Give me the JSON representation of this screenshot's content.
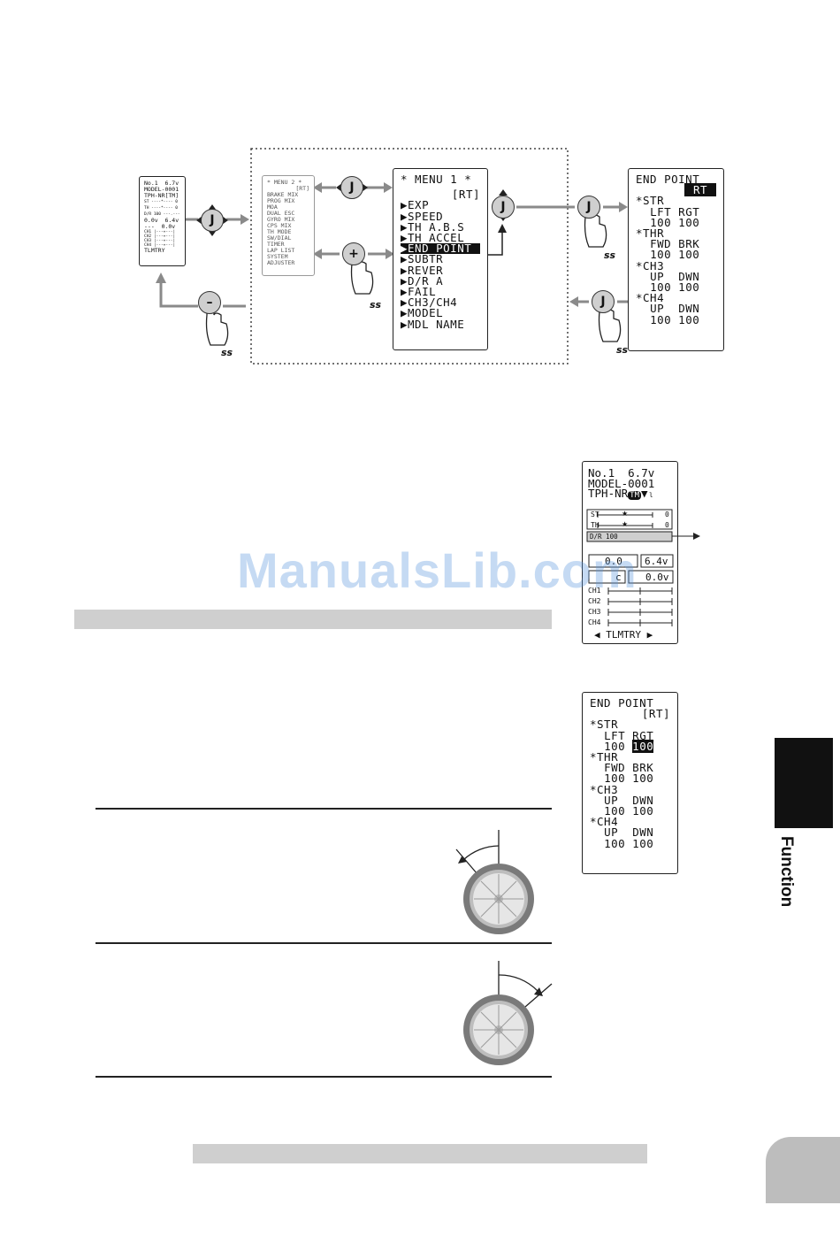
{
  "watermark": "ManualsLib.com",
  "side_tab_label": "Function",
  "home_screen_small": {
    "lines": [
      "No.1  6.7v",
      "MODEL-0001",
      "TPH-NR[TM]",
      "ST ----*---- 0",
      "TH ----*---- 0",
      "D/R 100 ---.---",
      "0.0v  6.4v",
      "---  0.0v",
      "CH1 |---+---|",
      "CH2 |---+---|",
      "CH3 |---+---|",
      "CH4 |---+---|",
      "TLMTRY"
    ]
  },
  "menu2_small": {
    "lines": [
      "* MENU 2 *",
      "[RT]",
      "BRAKE MIX",
      "PROG MIX",
      "MOA",
      "DUAL ESC",
      "GYRO MIX",
      "CPS MIX",
      "TH MODE",
      "",
      "SW/DIAL",
      "TIMER",
      "LAP LIST",
      "SYSTEM",
      "ADJUSTER"
    ]
  },
  "menu1": {
    "title": "* MENU 1 *",
    "mode": "[RT]",
    "items": [
      "EXP",
      "SPEED",
      "TH A.B.S",
      "TH ACCEL",
      "END POINT",
      "SUBTR",
      "REVER",
      "D/R A",
      "FAIL",
      "CH3/CH4",
      "",
      "MODEL",
      "MDL NAME"
    ],
    "selected": "END POINT"
  },
  "endpoint_top": {
    "title": "END POINT",
    "mode": "RT",
    "rows": [
      {
        "ch": "*STR",
        "a": "LFT",
        "b": "RGT",
        "va": "100",
        "vb": "100"
      },
      {
        "ch": "*THR",
        "a": "FWD",
        "b": "BRK",
        "va": "100",
        "vb": "100"
      },
      {
        "ch": "*CH3",
        "a": "UP",
        "b": "DWN",
        "va": "100",
        "vb": "100"
      },
      {
        "ch": "*CH4",
        "a": "UP",
        "b": "DWN",
        "va": "100",
        "vb": "100"
      }
    ]
  },
  "home_screen_large": {
    "line1": "No.1  6.7v",
    "line2": "MODEL-0001",
    "line3": "TPH-NR",
    "badge": "TM",
    "st_label": "ST",
    "th_label": "TH",
    "st_val": "0",
    "th_val": "0",
    "dr_label": "D/R 100",
    "volt_left": "0.0",
    "volt_right": "6.4v",
    "volt2_left": "c",
    "volt2_right": "0.0v",
    "channels": [
      "CH1",
      "CH2",
      "CH3",
      "CH4"
    ],
    "footer": "TLMTRY"
  },
  "endpoint_bottom": {
    "title": "END POINT",
    "mode": "[RT]",
    "rows": [
      {
        "ch": "*STR",
        "a": "LFT",
        "b": "RGT",
        "va": "100",
        "vb": "100"
      },
      {
        "ch": "*THR",
        "a": "FWD",
        "b": "BRK",
        "va": "100",
        "vb": "100"
      },
      {
        "ch": "*CH3",
        "a": "UP",
        "b": "DWN",
        "va": "100",
        "vb": "100"
      },
      {
        "ch": "*CH4",
        "a": "UP",
        "b": "DWN",
        "va": "100",
        "vb": "100"
      }
    ],
    "highlighted": "RGT 100"
  },
  "buttons": {
    "jog": "J",
    "plus": "+",
    "minus": "–",
    "ss": "ss"
  }
}
